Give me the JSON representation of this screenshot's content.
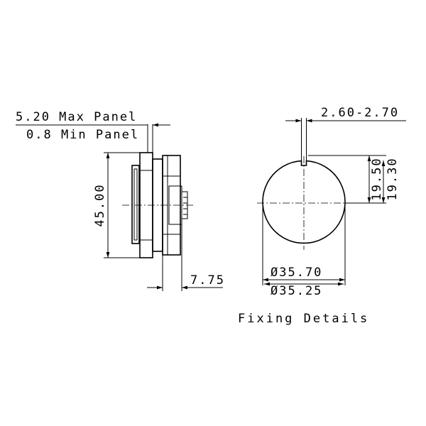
{
  "dimensions": {
    "max_panel": "5.20 Max Panel",
    "min_panel": "0.8 Min Panel",
    "height": "45.00",
    "depth": "7.75",
    "slot_width": "2.60-2.70",
    "flat_outer": "19.50",
    "flat_inner": "19.30",
    "dia_outer": "Ø35.70",
    "dia_inner": "Ø35.25"
  },
  "caption": "Fixing Details"
}
